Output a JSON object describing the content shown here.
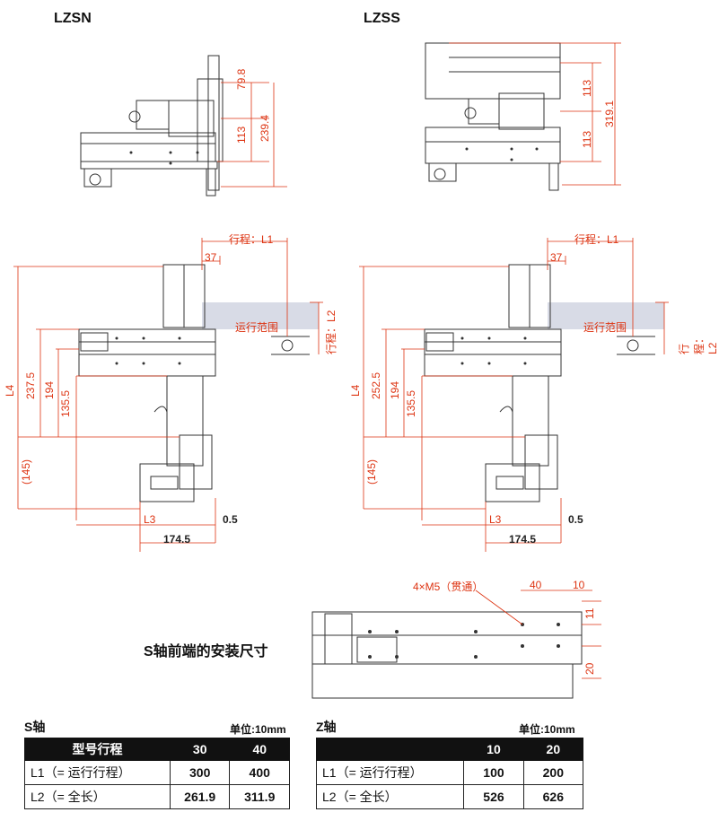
{
  "top_left": {
    "title": "LZSN",
    "dims": [
      "79.8",
      "113",
      "239.4"
    ]
  },
  "top_right": {
    "title": "LZSS",
    "dims": [
      "113",
      "113",
      "319.1"
    ]
  },
  "mid_left": {
    "stroke_label": "行程：L1",
    "dim_37": "37",
    "range_label": "运行范围",
    "stroke_l2": "行程：L2",
    "l4": "L4",
    "h1": "237.5",
    "h2": "194",
    "h3": "135.5",
    "h4": "(145)",
    "l3": "L3",
    "d05": "0.5",
    "w": "174.5"
  },
  "mid_right": {
    "stroke_label": "行程：L1",
    "dim_37": "37",
    "range_label": "运行范围",
    "stroke_l2": "行程：L2",
    "l4": "L4",
    "h1": "252.5",
    "h2": "194",
    "h3": "135.5",
    "h4": "(145)",
    "l3": "L3",
    "d05": "0.5",
    "w": "174.5"
  },
  "front": {
    "label": "S轴前端的安装尺寸",
    "hole_label": "4×M5（贯通）",
    "d40": "40",
    "d10": "10",
    "d11": "11",
    "d20": "20"
  },
  "table_s": {
    "title": "S轴",
    "unit": "单位:10mm",
    "headers": [
      "型号行程",
      "30",
      "40"
    ],
    "rows": [
      [
        "L1（= 运行行程）",
        "300",
        "400"
      ],
      [
        "L2（= 全长）",
        "261.9",
        "311.9"
      ]
    ]
  },
  "table_z": {
    "title": "Z轴",
    "unit": "单位:10mm",
    "headers": [
      "",
      "10",
      "20"
    ],
    "rows": [
      [
        "L1（= 运行行程）",
        "100",
        "200"
      ],
      [
        "L2（= 全长）",
        "526",
        "626"
      ]
    ]
  }
}
